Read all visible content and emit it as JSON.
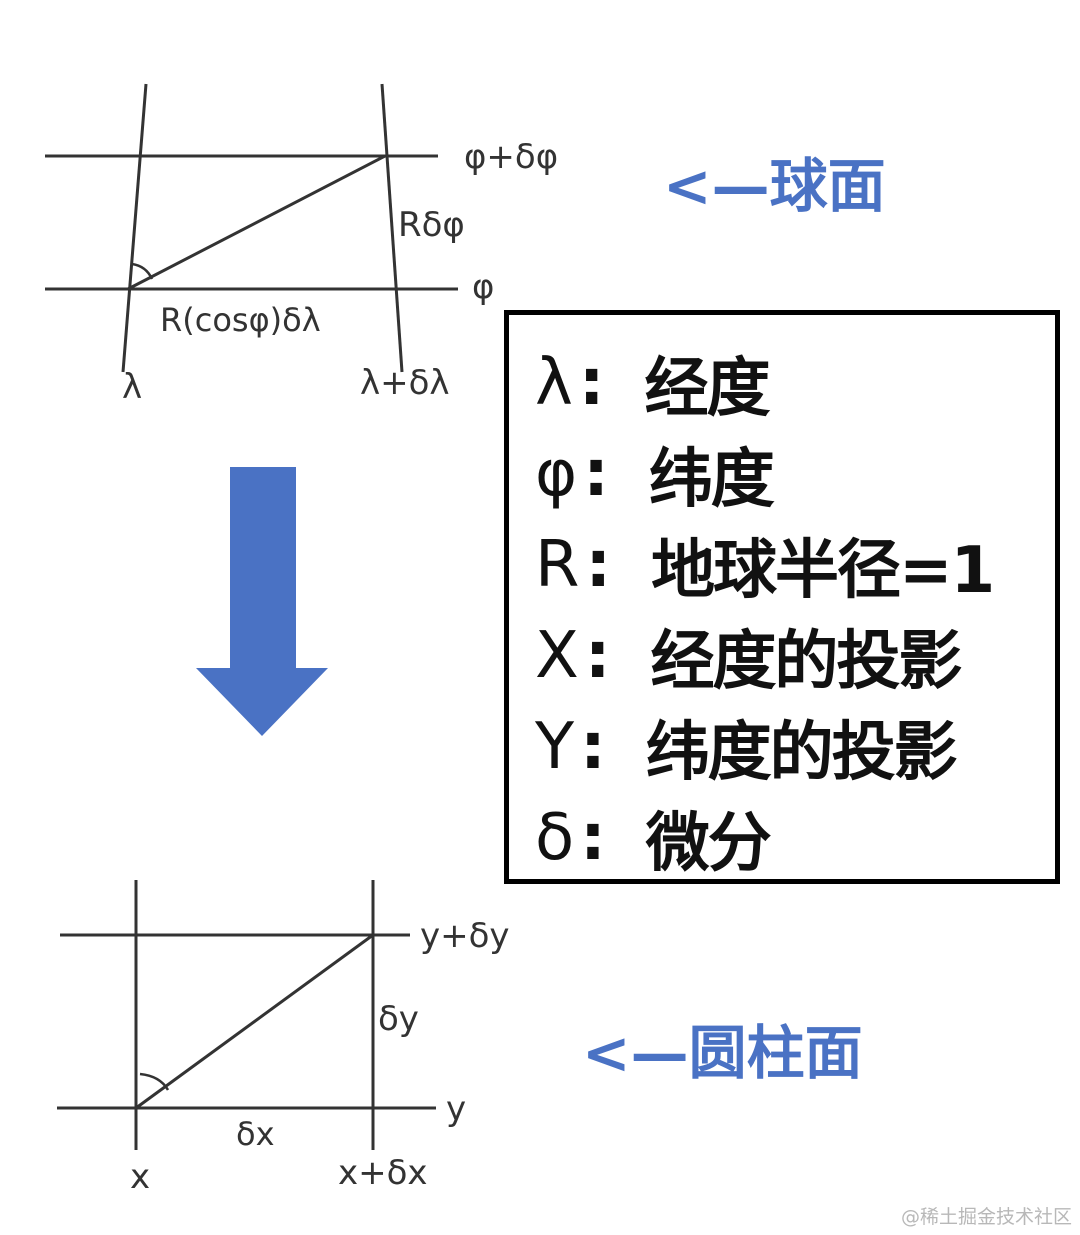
{
  "sphere": {
    "label_top": "φ+δφ",
    "label_mid": "φ",
    "label_side": "Rδφ",
    "label_bottom": "R(cosφ)δλ",
    "label_left_x": "λ",
    "label_right_x": "λ+δλ",
    "caption": "<—球面"
  },
  "cylinder": {
    "label_top": "y+δy",
    "label_mid": "y",
    "label_side": "δy",
    "label_bottom": "δx",
    "label_left_x": "x",
    "label_right_x": "x+δx",
    "caption": "<—圆柱面"
  },
  "legend": {
    "items": [
      {
        "symbol": "λ",
        "colon": ":",
        "text": "经度"
      },
      {
        "symbol": "φ",
        "colon": ":",
        "text": "纬度"
      },
      {
        "symbol": "R",
        "colon": ":",
        "text": "地球半径=1"
      },
      {
        "symbol": "X",
        "colon": ":",
        "text": "经度的投影"
      },
      {
        "symbol": "Y",
        "colon": ":",
        "text": "纬度的投影"
      },
      {
        "symbol": "δ",
        "colon": ":",
        "text": "微分"
      }
    ]
  },
  "watermark": "@稀土掘金技术社区",
  "colors": {
    "arrow": "#4a72c4",
    "caption": "#4a72c4",
    "lines": "#333333"
  }
}
